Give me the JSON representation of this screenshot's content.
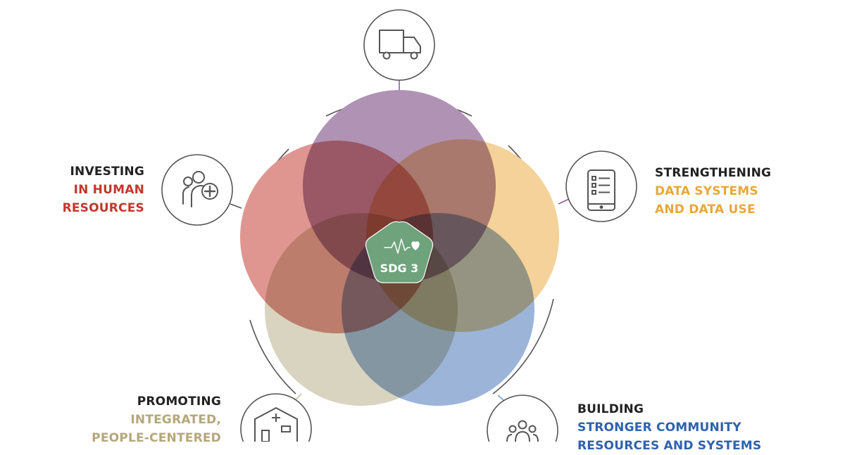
{
  "center": {
    "label": "SDG 3",
    "color": "#6ea37c"
  },
  "pillars": [
    {
      "id": "logistics",
      "icon": "delivery-truck-icon",
      "color": "#a07aa8"
    },
    {
      "id": "human-resources",
      "icon": "health-worker-icon",
      "color": "#d97873",
      "heading": "INVESTING",
      "lines": [
        "IN HUMAN",
        "RESOURCES"
      ],
      "text_color": "#c0392b"
    },
    {
      "id": "data-systems",
      "icon": "tablet-checklist-icon",
      "color": "#f0c77e",
      "heading": "STRENGTHENING",
      "lines": [
        "DATA SYSTEMS",
        "AND DATA USE"
      ],
      "text_color": "#e8a838"
    },
    {
      "id": "integrated-care",
      "icon": "health-facility-icon",
      "color": "#c9c4a8",
      "heading": "PROMOTING",
      "lines": [
        "INTEGRATED,",
        "PEOPLE-CENTERED"
      ],
      "text_color": "#b5a77a"
    },
    {
      "id": "community",
      "icon": "community-group-icon",
      "color": "#7d9fcf",
      "heading": "BUILDING",
      "lines": [
        "STRONGER COMMUNITY",
        "RESOURCES AND SYSTEMS"
      ],
      "text_color": "#2e62ad"
    }
  ],
  "colors": {
    "outline": "#555555",
    "connector_purple": "#8e5e9c",
    "connector_tan": "#c9c4a8",
    "connector_blue": "#7d9fcf"
  }
}
